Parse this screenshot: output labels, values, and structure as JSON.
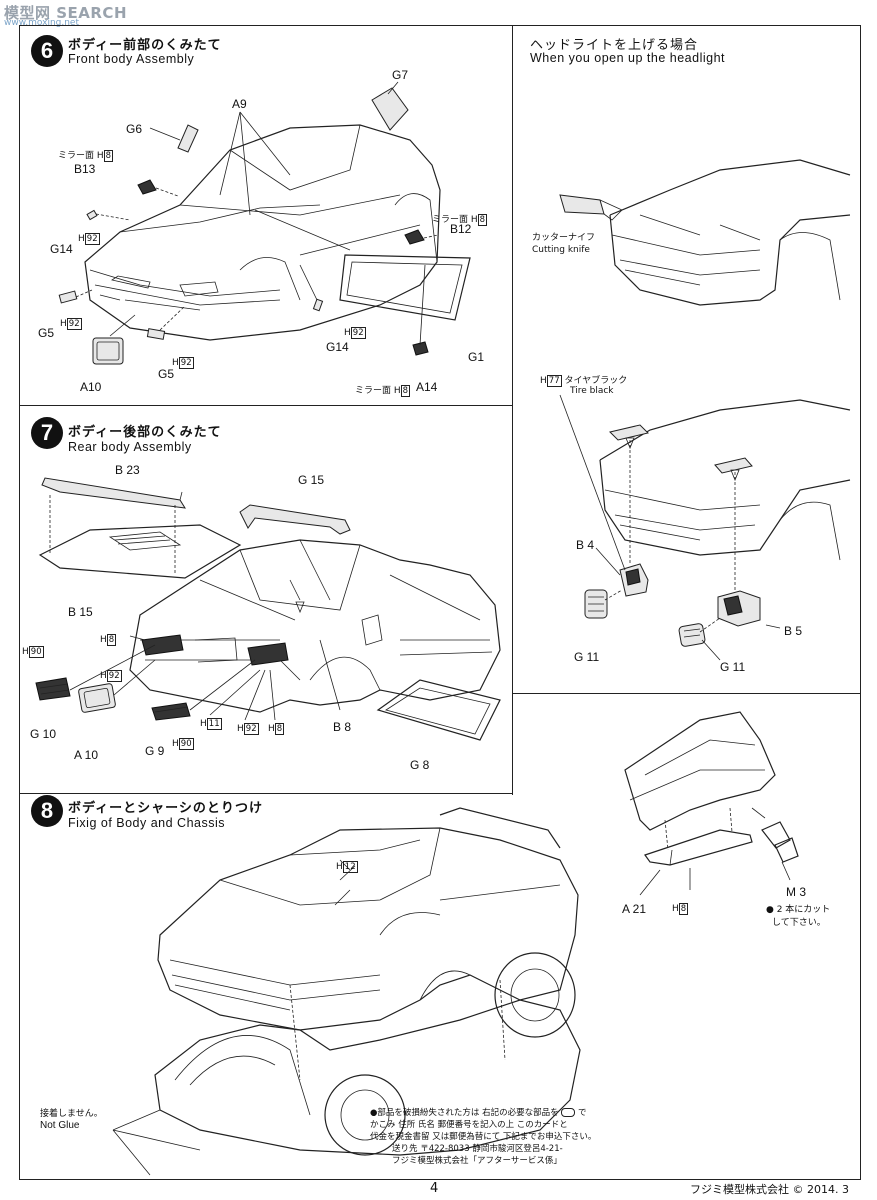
{
  "watermark": {
    "text": "模型网 SEARCH",
    "subtitle": "www.moxing.net"
  },
  "steps": [
    {
      "num": "6",
      "title_jp": "ボディー前部のくみたて",
      "title_en": "Front body Assembly"
    },
    {
      "num": "7",
      "title_jp": "ボディー後部のくみたて",
      "title_en": "Rear body Assembly"
    },
    {
      "num": "8",
      "title_jp": "ボディーとシャーシのとりつけ",
      "title_en": "Fixig of Body and Chassis"
    }
  ],
  "headlight": {
    "title_jp": "ヘッドライトを上げる場合",
    "title_en": "When you open up the headlight"
  },
  "labels6": {
    "g7": "G7",
    "a9": "A9",
    "g6": "G6",
    "mirror": "ミラー面",
    "h8": "8",
    "b13": "B13",
    "b12": "B12",
    "g14a": "G14",
    "g14b": "G14",
    "h92": "92",
    "g5a": "G5",
    "g5b": "G5",
    "g1": "G1",
    "a10": "A10",
    "a14": "A14",
    "h": "H"
  },
  "labelsHL": {
    "cutter_jp": "カッターナイフ",
    "cutter_en": "Cutting knife",
    "h77": "77",
    "tire_jp": "タイヤブラック",
    "tire_en": "Tire black",
    "b4": "B 4",
    "b5": "B 5",
    "g11a": "G 11",
    "g11b": "G 11"
  },
  "labels7": {
    "b23": "B 23",
    "g15": "G 15",
    "b15": "B 15",
    "h8": "8",
    "h90a": "90",
    "h92a": "92",
    "g10": "G 10",
    "a10": "A 10",
    "g9": "G 9",
    "h90b": "90",
    "h11": "11",
    "h92b": "92",
    "h8b": "8",
    "b8": "B 8",
    "g8": "G 8"
  },
  "labels8": {
    "h12": "12",
    "a21": "A 21",
    "h8": "8",
    "m3": "M 3",
    "cut_note1": "● 2 本にカット",
    "cut_note2": "して下さい。",
    "noglue_jp": "接着しません。",
    "noglue_en": "Not Glue"
  },
  "notice": [
    "●部品を破損紛失された方は 右記の必要な部品を",
    "かこみ 住所 氏名 郵便番号を記入の上 このカードと",
    "代金を現金書留 又は郵便為替にて 下記までお申込下さい。",
    "送り先 〒422-8033 静岡市駿河区登呂4-21-",
    "フジミ模型株式会社「アフターサービス係」"
  ],
  "notice_mark": "で",
  "footer": {
    "page": "4",
    "copyright": "フジミ模型株式会社 © 2014. 3"
  }
}
